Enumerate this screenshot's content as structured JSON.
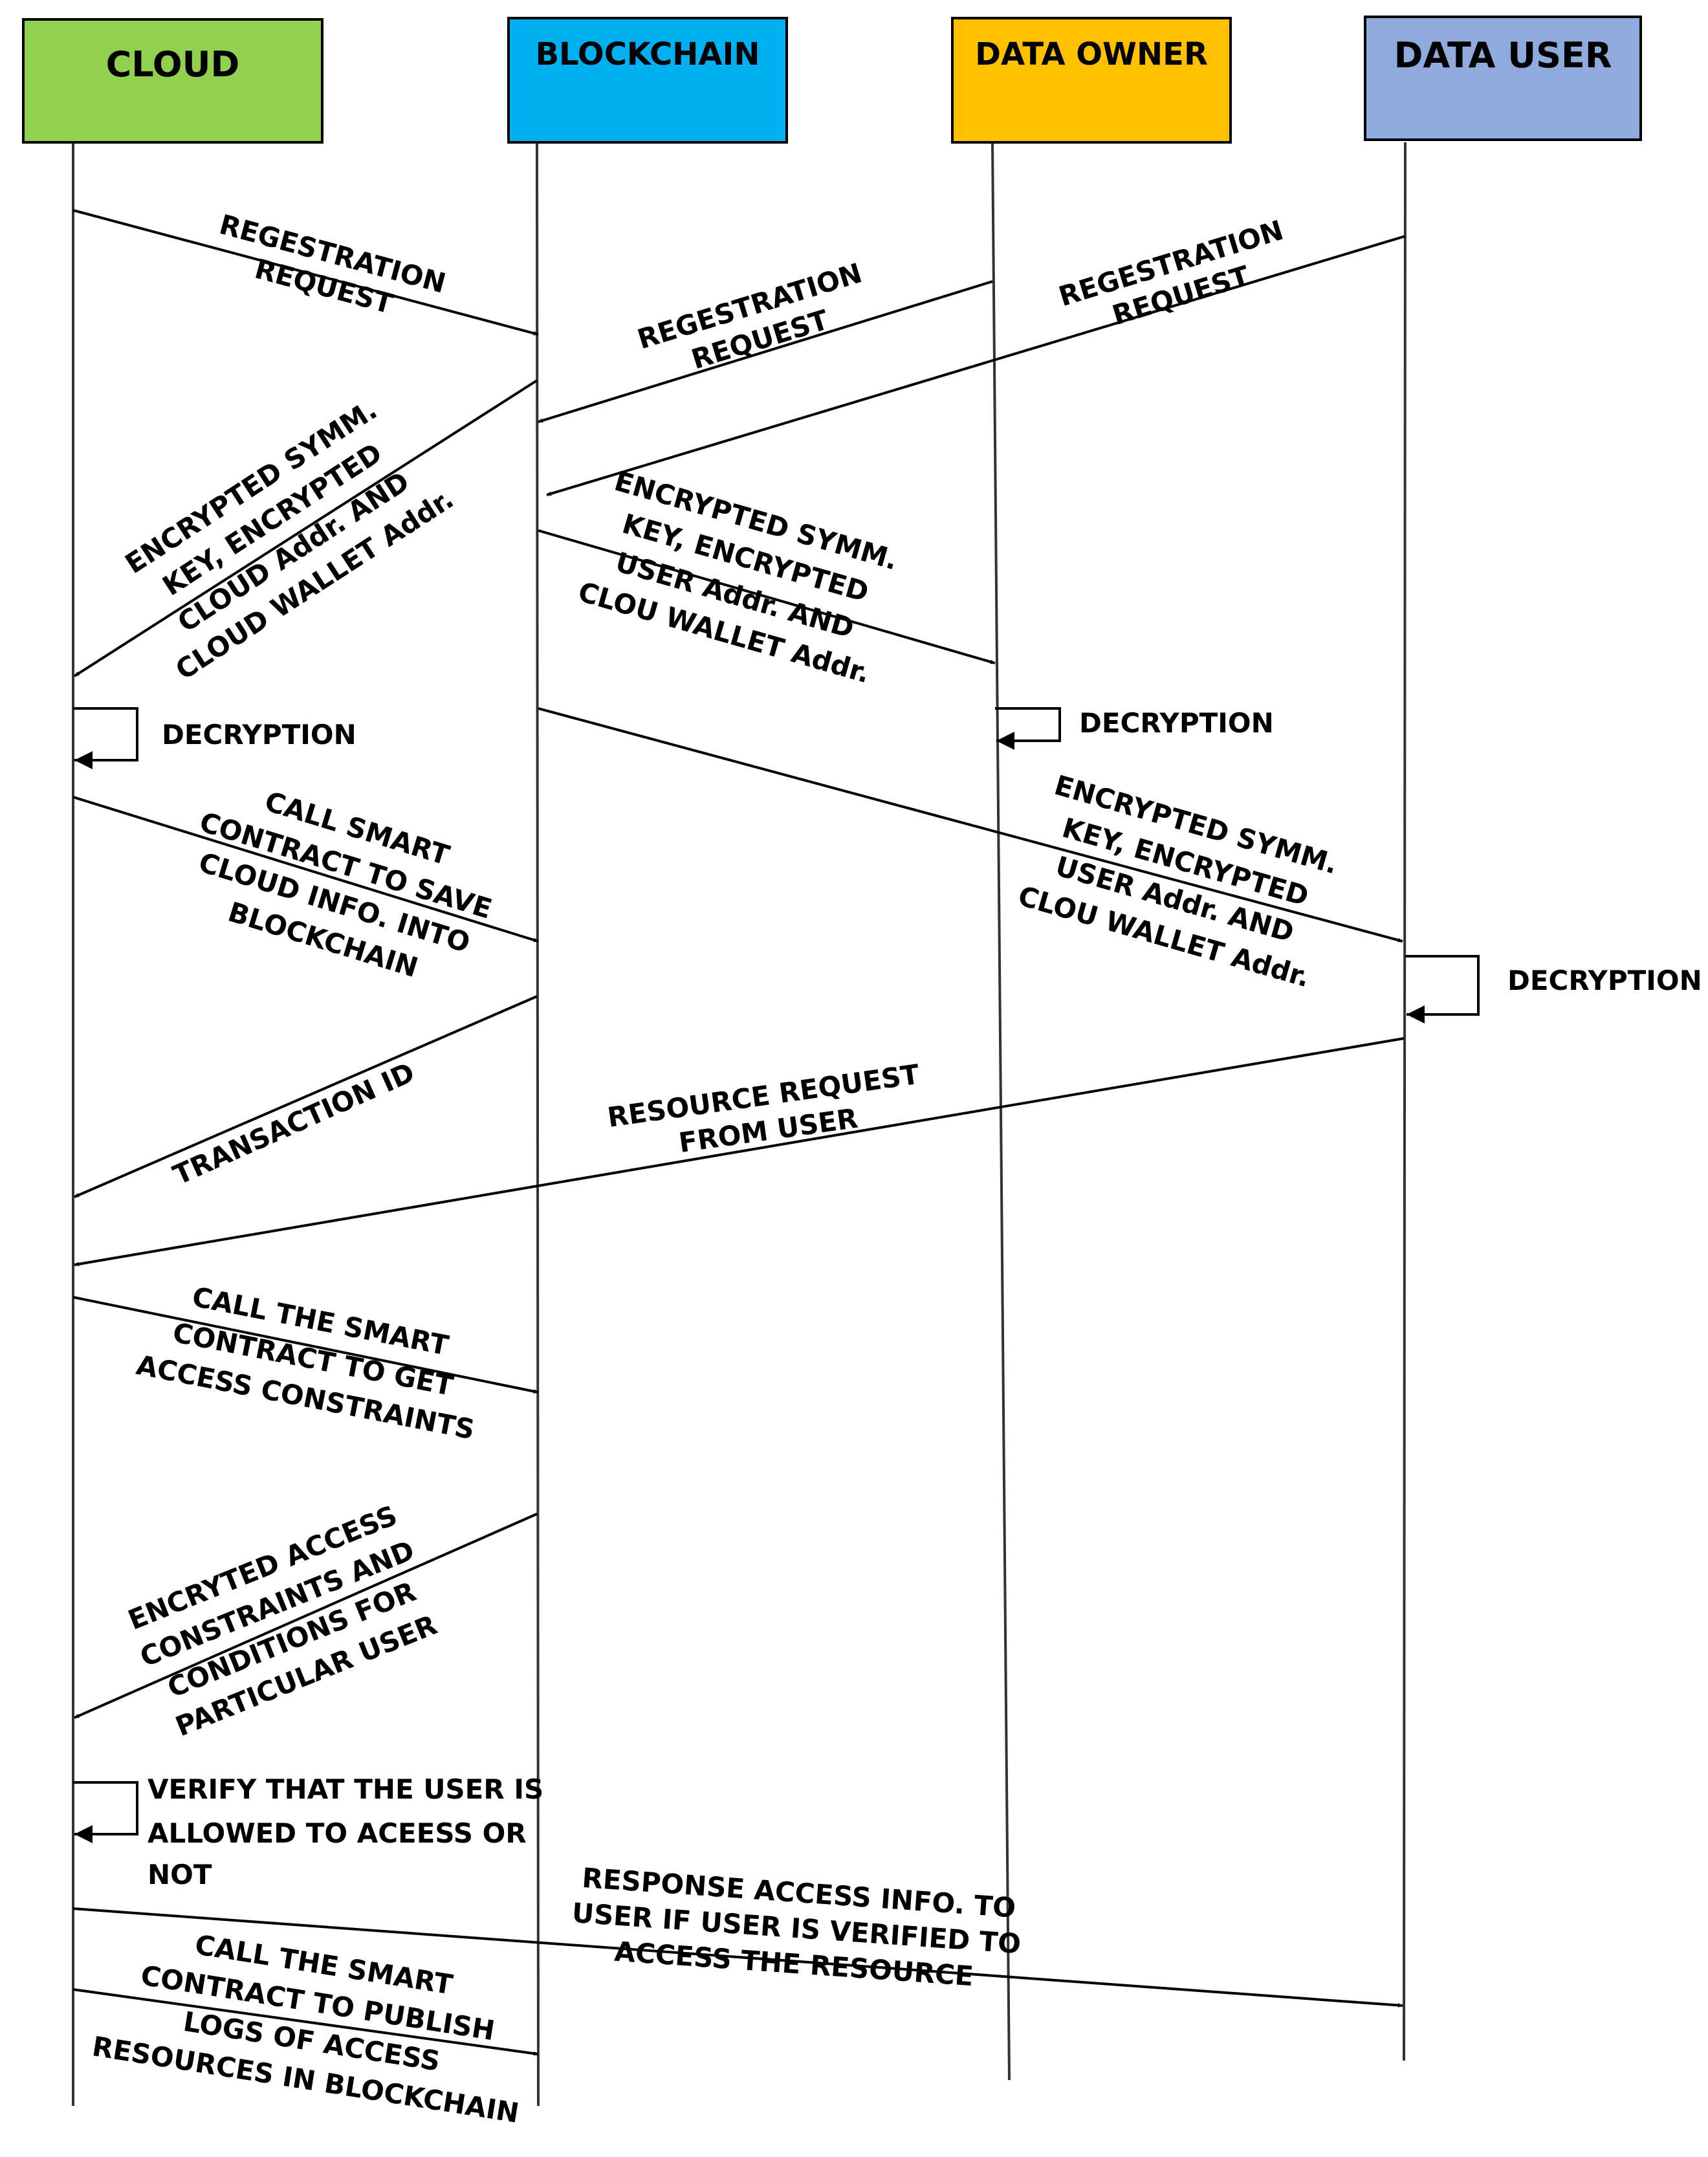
{
  "actors": {
    "cloud": {
      "label": "CLOUD",
      "color": "#92d050"
    },
    "blockchain": {
      "label": "BLOCKCHAIN",
      "color": "#00b0f0"
    },
    "data_owner": {
      "label": "DATA OWNER",
      "color": "#ffc000"
    },
    "data_user": {
      "label": "DATA USER",
      "color": "#8faadc"
    }
  },
  "messages": {
    "m1": [
      "REGESTRATION",
      "REQUEST"
    ],
    "m2": [
      "REGESTRATION",
      "REQUEST"
    ],
    "m3": [
      "REGESTRATION",
      "REQUEST"
    ],
    "m4": [
      "ENCRYPTED SYMM.",
      "KEY, ENCRYPTED",
      "CLOUD Addr. AND",
      "CLOUD WALLET Addr."
    ],
    "m5": [
      "ENCRYPTED SYMM.",
      "KEY, ENCRYPTED",
      "USER Addr. AND",
      "CLOU WALLET Addr."
    ],
    "m6": [
      "ENCRYPTED SYMM.",
      "KEY, ENCRYPTED",
      "USER Addr. AND",
      "CLOU WALLET Addr."
    ],
    "m7": [
      "CALL SMART",
      "CONTRACT TO SAVE",
      "CLOUD INFO. INTO",
      "BLOCKCHAIN"
    ],
    "m8": [
      "TRANSACTION ID"
    ],
    "m9": [
      "RESOURCE REQUEST",
      "FROM USER"
    ],
    "m10": [
      "CALL THE SMART",
      "CONTRACT TO GET",
      "ACCESS CONSTRAINTS"
    ],
    "m11": [
      "ENCRYTED ACCESS",
      "CONSTRAINTS AND",
      "CONDITIONS FOR",
      "PARTICULAR USER"
    ],
    "m12": [
      "RESPONSE ACCESS INFO. TO",
      "USER IF USER IS VERIFIED TO",
      "ACCESS THE RESOURCE"
    ],
    "m13": [
      "CALL THE SMART",
      "CONTRACT TO PUBLISH",
      "LOGS OF ACCESS",
      "RESOURCES IN BLOCKCHAIN"
    ]
  },
  "self_messages": {
    "s1": [
      "DECRYPTION"
    ],
    "s2": [
      "DECRYPTION"
    ],
    "s3": [
      "DECRYPTION"
    ],
    "s4": [
      "VERIFY THAT THE USER IS",
      "ALLOWED TO ACEESS OR",
      "NOT"
    ]
  }
}
